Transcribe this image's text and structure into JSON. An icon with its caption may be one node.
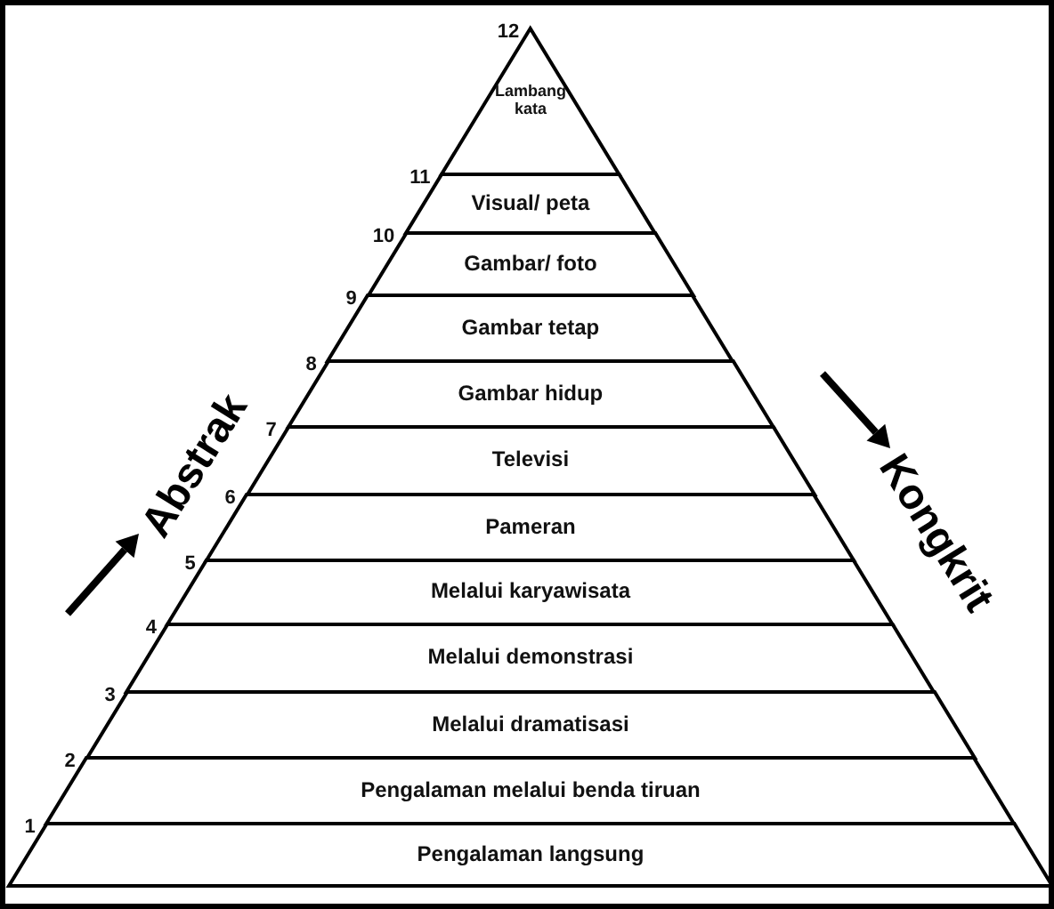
{
  "diagram": {
    "nodes": [
      {
        "text": [
          "Lambang kata"
        ],
        "beside": [
          "12"
        ]
      },
      {
        "text": [
          "Visual/ peta"
        ],
        "beside": [
          "11"
        ]
      },
      {
        "text": [
          "Gambar/ foto"
        ],
        "beside": [
          "10"
        ]
      },
      {
        "text": [
          "Gambar tetap"
        ],
        "beside": [
          "9"
        ]
      },
      {
        "text": [
          "Gambar hidup"
        ],
        "beside": [
          "8"
        ]
      },
      {
        "text": [
          "Televisi"
        ],
        "beside": [
          "7"
        ]
      },
      {
        "text": [
          "Pameran"
        ],
        "beside": [
          "6"
        ]
      },
      {
        "text": [
          "Melalui karyawisata"
        ],
        "beside": [
          "5"
        ]
      },
      {
        "text": [
          "Melalui demonstrasi"
        ],
        "beside": [
          "4"
        ]
      },
      {
        "text": [
          "Melalui dramatisasi"
        ],
        "beside": [
          "3"
        ]
      },
      {
        "text": [
          "Pengalaman melalui benda tiruan"
        ],
        "beside": [
          "2"
        ]
      },
      {
        "text": [
          "Pengalaman langsung"
        ],
        "beside": [
          "1"
        ]
      }
    ],
    "labels": [
      "Abstrak",
      "Kongkrit"
    ]
  }
}
